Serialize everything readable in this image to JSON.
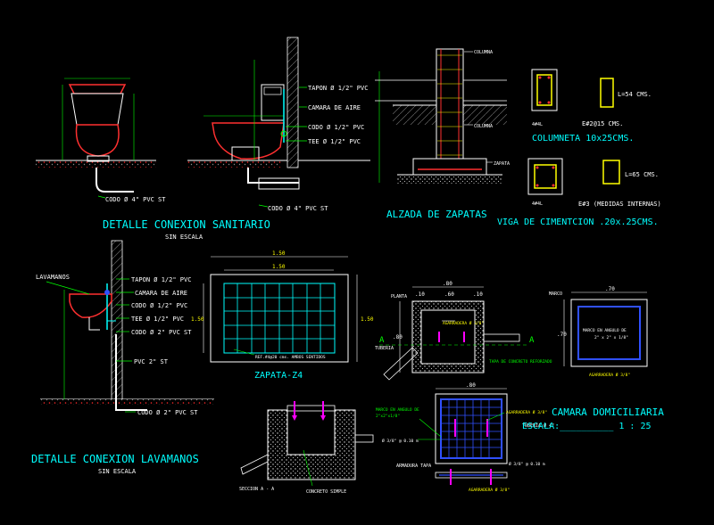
{
  "colors": {
    "background": "#000000",
    "white": "#ffffff",
    "yellow": "#ffff00",
    "cyan": "#00ffff",
    "green": "#00ff00",
    "red": "#ff0000",
    "magenta": "#ff00ff",
    "blue": "#3050ff",
    "gray": "#a0a0a0"
  },
  "sanitario": {
    "title": "DETALLE CONEXION SANITARIO",
    "subtitle": "SIN ESCALA",
    "tapon": "TAPON Ø 1/2\" PVC",
    "camara_aire": "CAMARA DE AIRE",
    "codo_half": "CODO Ø 1/2\" PVC",
    "tee": "TEE Ø 1/2\" PVC",
    "codo_4_left": "CODO Ø 4\" PVC ST",
    "codo_4_right": "CODO Ø 4\" PVC ST"
  },
  "zapatas": {
    "title": "ALZADA DE ZAPATAS",
    "columna_top": "COLUMNA",
    "columna_mid": "COLUMNA",
    "zapata": "ZAPATA"
  },
  "columneta": {
    "title": "COLUMNETA 10x25CMS.",
    "lsize": "L=54 CMS.",
    "estribo": "E#2@15 CMS.",
    "varilla": "4#4L"
  },
  "viga": {
    "title": "VIGA DE CIMENTCION .20x.25CMS.",
    "lsize": "L=65 CMS.",
    "estribo": "E#3 (MEDIDAS INTERNAS)",
    "varilla": "4#4L"
  },
  "lavamanos": {
    "title": "DETALLE CONEXION LAVAMANOS",
    "subtitle": "SIN ESCALA",
    "lavamanos": "LAVAMANOS",
    "tapon": "TAPON Ø 1/2\" PVC",
    "camara_aire": "CAMARA DE AIRE",
    "codo_half": "CODO Ø 1/2\" PVC",
    "tee": "TEE Ø 1/2\" PVC",
    "codo_2": "CODO Ø 2\" PVC ST",
    "pvc_2": "PVC 2\" ST",
    "codo_2_bottom": "CODO Ø 2\" PVC ST"
  },
  "zapata_z4": {
    "title": "ZAPATA-Z4",
    "dim_top": "1.50",
    "dim_inner": "1.50",
    "dim_side": "1.50",
    "dim_side_inner": "1.50",
    "note": "REF.#4@20 cms. AMBOS SENTIDOS"
  },
  "camara": {
    "title": "CAMARA DOMICILIARIA",
    "escala": "ESCALA:__________ 1 : 25",
    "planta": "PLANTA",
    "dim_top": ".80",
    "dim_a": ".10",
    "dim_b": ".60",
    "dim_c": ".10",
    "dim_side": ".80",
    "marco": "MARCO",
    "marco_dim": ".70",
    "marco_side": ".70",
    "marco_note1": "MARCO EN ANGULO DE",
    "marco_note2": "2\" x 2\" x 1/8\"",
    "agarradera_1": "AGARRADERA Ø 3/8\"",
    "agarradera_2": "AGARRADERA Ø 3/8\"",
    "agarradera_3": "AGARRADERA Ø 3/8\"",
    "tuberia": "TUBERIA",
    "tuberia_4": "TUBERIA Ø 4\"",
    "tapa_note": "TAPA DE CONCRETO REFORZADO",
    "section_dim": ".80",
    "malla_note1": "MARCO EN ANGULO DE",
    "malla_note2": "2\"x2\"x1/8\"",
    "varilla": "Ø 3/8\" @ 0.10 m",
    "armadura_tapa": "ARMADURA TAPA",
    "varilla_2": "Ø 3/8\" @ 0.10 m",
    "seccion": "SECCION A - A",
    "concreto": "CONCRETO SIMPLE",
    "label_a": "A",
    "label_a2": "A"
  }
}
